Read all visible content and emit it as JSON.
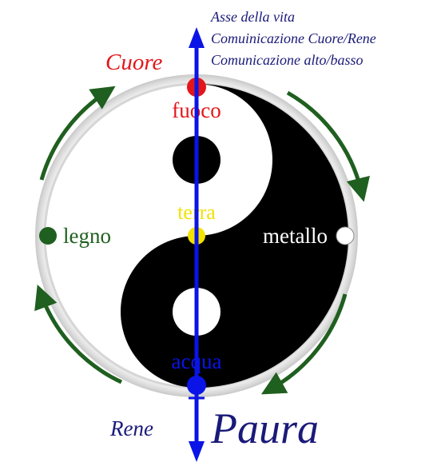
{
  "axis_labels": {
    "line1": "Asse della vita",
    "line2": "Comuinicazione Cuore/Rene",
    "line3": "Comunicazione alto/basso"
  },
  "organs": {
    "top": "Cuore",
    "bottom": "Rene"
  },
  "emotion": "Paura",
  "elements": {
    "fire": "fuoco",
    "earth": "terra",
    "wood": "legno",
    "metal": "metallo",
    "water": "acqua"
  },
  "colors": {
    "axis": "#0a14e6",
    "axis_text": "#1a1a7a",
    "fire": "#e3161b",
    "earth": "#f2e200",
    "wood": "#1f5f1f",
    "metal": "#ffffff",
    "water": "#0a14e6",
    "yin": "#000000",
    "yang": "#ffffff",
    "arrows": "#1f5f1f"
  }
}
